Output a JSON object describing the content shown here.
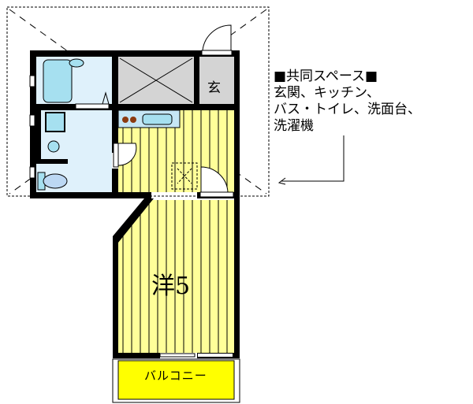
{
  "floor_plan": {
    "rooms": {
      "entrance": "玄",
      "western_room": "洋5",
      "balcony": "バルコニー"
    },
    "shared_space_note": {
      "title": "■共同スペース■",
      "lines": [
        "玄関、キッチン、",
        "バス・トイレ、洗面台、",
        "洗濯機"
      ]
    },
    "colors": {
      "wall": "#000000",
      "wet_area": "#dff1fb",
      "fixture": "#a6e0f0",
      "flooring": "#ffff99",
      "balcony": "#ffff00",
      "shared_storage": "#d4d4d4",
      "stove_burner": "#8b3a10"
    }
  }
}
